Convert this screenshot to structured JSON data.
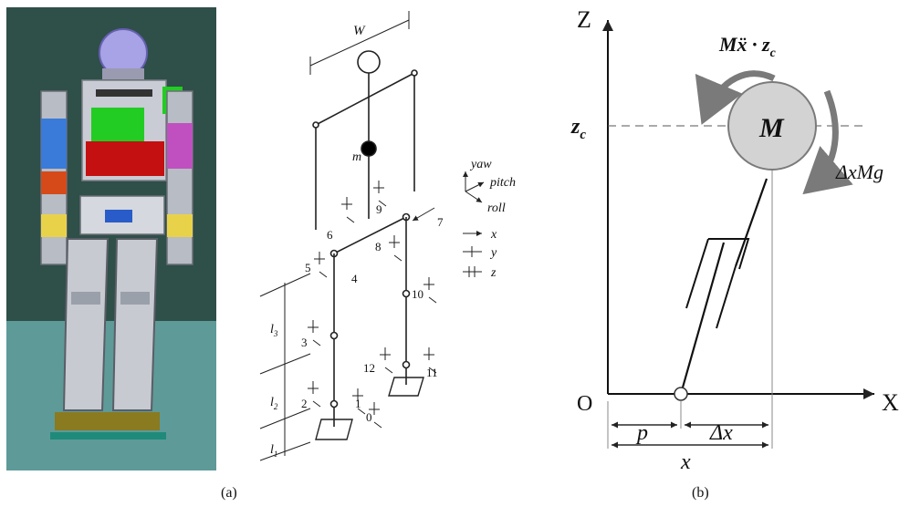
{
  "panel_labels": {
    "a": "(a)",
    "b": "(b)"
  },
  "kinematic_model": {
    "width_label": "W",
    "mass_label": "m",
    "joint_numbers": [
      "0",
      "1",
      "2",
      "3",
      "4",
      "5",
      "6",
      "7",
      "8",
      "9",
      "10",
      "11",
      "12"
    ],
    "link_labels": {
      "l1": "l",
      "l1_sub": "1",
      "l2": "l",
      "l2_sub": "2",
      "l3": "l",
      "l3_sub": "3"
    },
    "rotation_legend": {
      "yaw": "yaw",
      "pitch": "pitch",
      "roll": "roll"
    },
    "axis_legend": {
      "x": "x",
      "y": "y",
      "z": "z"
    }
  },
  "pendulum_model": {
    "z_axis": "Z",
    "x_axis": "X",
    "origin": "O",
    "height_label": "z",
    "height_sub": "c",
    "mass_label": "M",
    "moment_label_a": "Mẍ · z",
    "moment_sub": "c",
    "gravity_moment": "ΔxMg",
    "p_label": "p",
    "dx_label": "Δx",
    "x_label": "x"
  },
  "colors": {
    "sky": "#2f4f49",
    "floor": "#5e9a98",
    "robot_metal": "#c9ccd4",
    "mass_fill": "#d3d3d3",
    "arrow_grey": "#7a7a7a"
  }
}
